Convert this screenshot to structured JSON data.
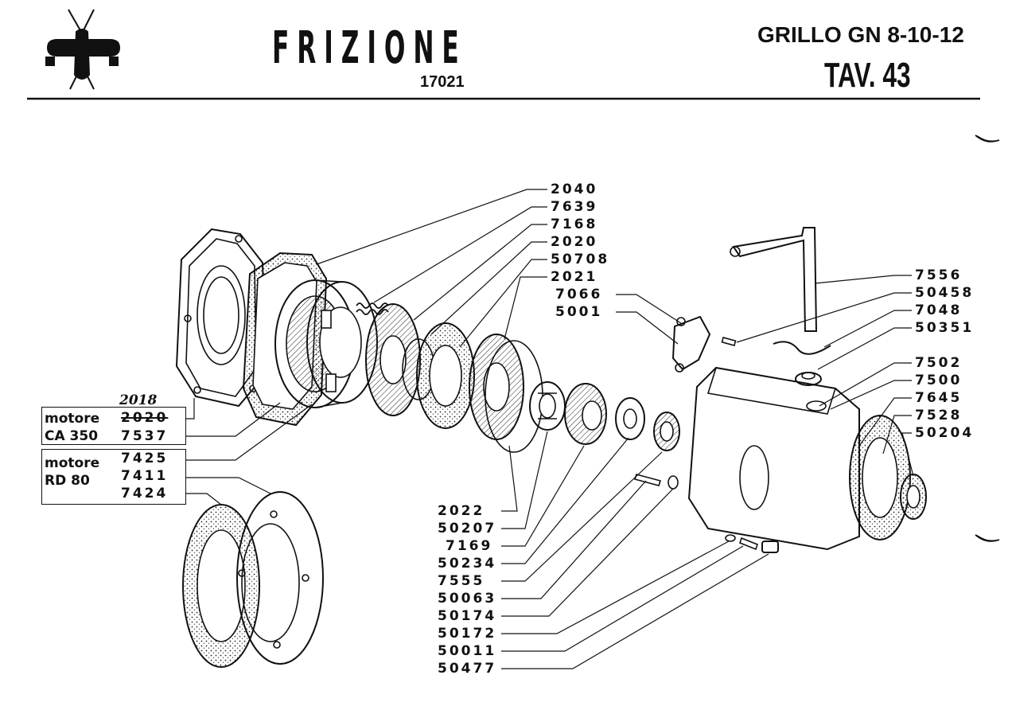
{
  "header": {
    "title": "FRIZIONE",
    "code": "17021",
    "model": "GRILLO GN 8-10-12",
    "table": "TAV.  43"
  },
  "engine_notes": {
    "ca350": {
      "label_top": "motore",
      "label_bottom": "CA 350",
      "handwritten": "2018",
      "struck_part": "2020",
      "part": "7537"
    },
    "rd80": {
      "label_top": "motore",
      "label_bottom": "RD 80",
      "parts": [
        "7425",
        "7411",
        "7424"
      ]
    }
  },
  "callouts": {
    "top_center": [
      "2040",
      "7639",
      "7168",
      "2020",
      "50708",
      "2021"
    ],
    "lever_left": [
      "7066",
      "5001"
    ],
    "right": [
      "7556",
      "50458",
      "7048",
      "50351",
      "7502",
      "7500",
      "7645",
      "7528",
      "50204"
    ],
    "bottom": [
      "2022",
      "50207",
      "7169",
      "50234",
      "7555",
      "50063",
      "50174",
      "50172",
      "50011",
      "50477"
    ]
  },
  "icons": [
    "grillo-logo-icon"
  ]
}
